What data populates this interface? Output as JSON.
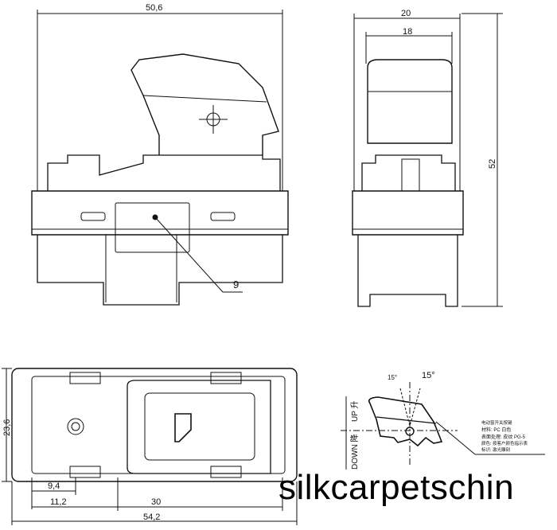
{
  "dimensions": {
    "front_width": "50,6",
    "side_width_outer": "20",
    "side_width_inner": "18",
    "side_height": "52",
    "callout": "9",
    "bottom_height": "23,6",
    "bottom_d1": "9,4",
    "bottom_d2": "11,2",
    "bottom_d3": "30",
    "bottom_total": "54,2"
  },
  "detail": {
    "angle_left": "15°",
    "angle_right": "15°",
    "up_label": "UP 升",
    "down_label": "DOWN 降",
    "notes": [
      "电动窗开关按键",
      "材料: PC 白色",
      "表面处理: 皮纹 PG-5",
      "颜色: 按客户颜色指示表",
      "标识: 激光雕刻"
    ]
  },
  "watermark": "silkcarpetschin",
  "colors": {
    "line": "#111111",
    "background": "#ffffff"
  }
}
